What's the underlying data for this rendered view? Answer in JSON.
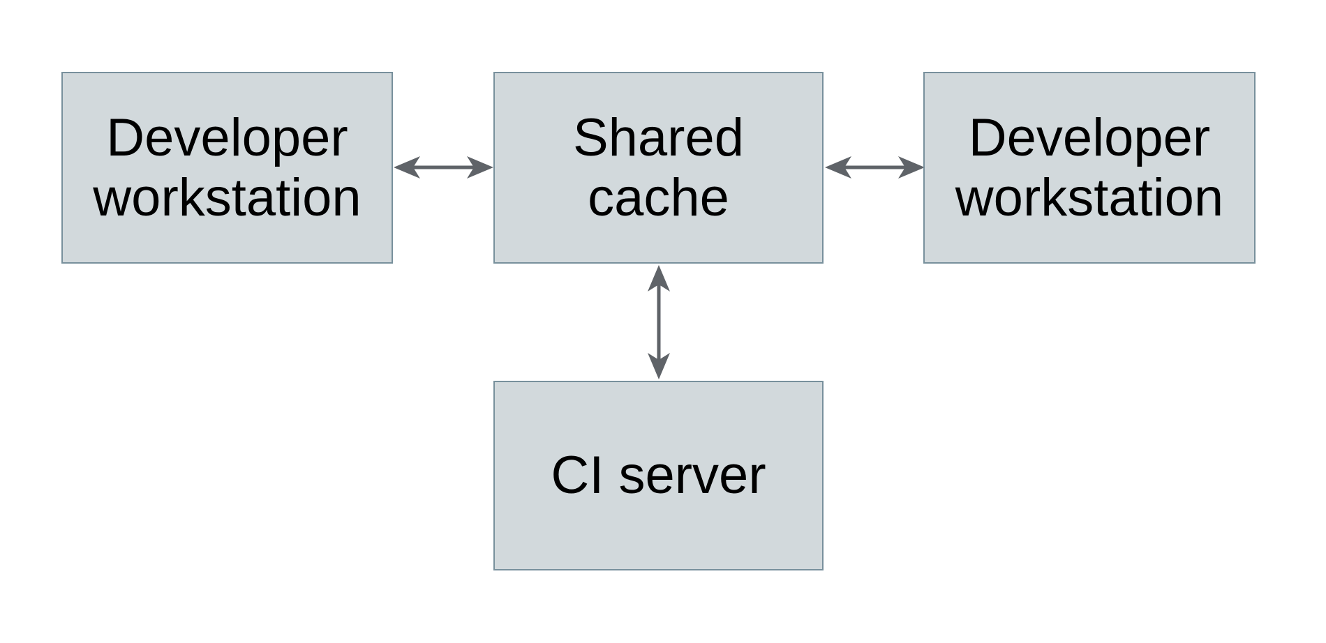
{
  "theme": {
    "background": "#ffffff",
    "node_fill": "#d2d9dc",
    "node_border": "#78909c",
    "arrow_color": "#5f6368",
    "text_color": "#000000"
  },
  "diagram": {
    "type": "architecture-diagram",
    "nodes": [
      {
        "id": "developer-workstation-left",
        "label": "Developer workstation",
        "lines": [
          "Developer",
          "workstation"
        ]
      },
      {
        "id": "shared-cache",
        "label": "Shared cache",
        "lines": [
          "Shared",
          "cache"
        ]
      },
      {
        "id": "developer-workstation-right",
        "label": "Developer workstation",
        "lines": [
          "Developer",
          "workstation"
        ]
      },
      {
        "id": "ci-server",
        "label": "CI server",
        "lines": [
          "CI server"
        ]
      }
    ],
    "edges": [
      {
        "from": "developer-workstation-left",
        "to": "shared-cache",
        "direction": "bidirectional"
      },
      {
        "from": "shared-cache",
        "to": "developer-workstation-right",
        "direction": "bidirectional"
      },
      {
        "from": "shared-cache",
        "to": "ci-server",
        "direction": "bidirectional"
      }
    ]
  }
}
